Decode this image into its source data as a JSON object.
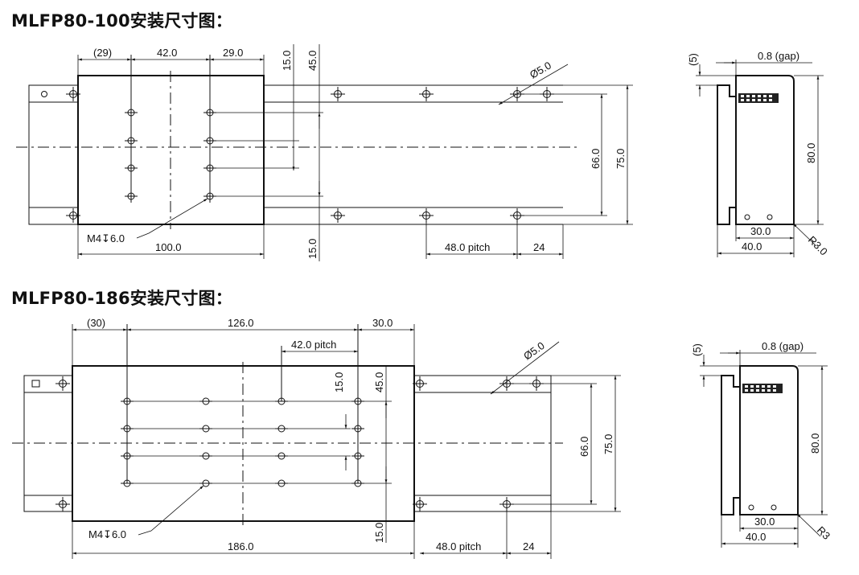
{
  "drawing_100": {
    "title": "MLFP80-100安装尺寸图：",
    "dim_left_offset": "(29)",
    "dim_hole_pitch_x": "42.0",
    "dim_right_offset": "29.0",
    "dim_hole_pitch_y": "15.0",
    "dim_hole_span_y": "45.0",
    "dim_bottom_offset": "15.0",
    "dim_carriage_length": "100.0",
    "thread_callout": "M4↧6.0",
    "dim_rail_pitch": "48.0 pitch",
    "dim_rail_end": "24",
    "dim_rail_hole_span": "66.0",
    "dim_rail_width": "75.0",
    "hole_diameter": "Ø5.0",
    "side": {
      "gap_offset": "(5)",
      "gap": "0.8 (gap)",
      "height": "80.0",
      "inner_width": "30.0",
      "width": "40.0",
      "radius": "R3.0"
    }
  },
  "drawing_186": {
    "title": "MLFP80-186安装尺寸图：",
    "dim_left_offset": "(30)",
    "dim_hole_span_x": "126.0",
    "dim_right_offset": "30.0",
    "dim_hole_pitch_x": "42.0  pitch",
    "dim_hole_pitch_y": "15.0",
    "dim_hole_span_y": "45.0",
    "dim_bottom_offset": "15.0",
    "dim_carriage_length": "186.0",
    "thread_callout": "M4↧6.0",
    "dim_rail_pitch": "48.0 pitch",
    "dim_rail_end": "24",
    "dim_rail_hole_span": "66.0",
    "dim_rail_width": "75.0",
    "hole_diameter": "Ø5.0",
    "side": {
      "gap_offset": "(5)",
      "gap": "0.8 (gap)",
      "height": "80.0",
      "inner_width": "30.0",
      "width": "40.0",
      "radius": "R3"
    }
  }
}
